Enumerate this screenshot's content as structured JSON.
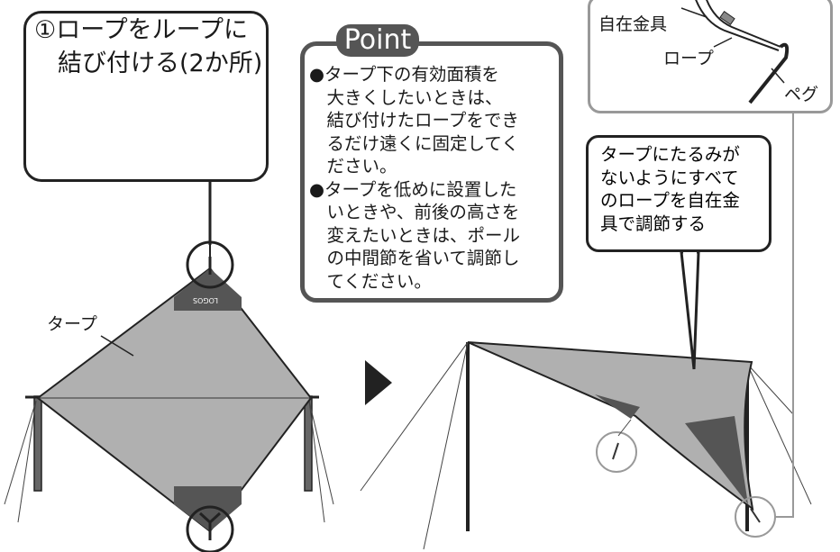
{
  "step": {
    "line1": "①ロープをループに",
    "line2": "結び付ける(2か所)"
  },
  "point": {
    "title": "Point",
    "lines": [
      "●タープ下の有効面積を",
      "　大きくしたいときは、",
      "　結び付けたロープをでき",
      "　るだけ遠くに固定してく",
      "　ださい。",
      "●タープを低めに設置した",
      "　いときや、前後の高さを",
      "　変えたいときは、ポール",
      "　の中間節を省いて調節し",
      "　てください。"
    ]
  },
  "labels": {
    "jizai": "自在金具",
    "rope": "ロープ",
    "peg": "ペグ",
    "tarp": "タープ",
    "logo": "LOGOS"
  },
  "callout": {
    "lines": [
      "タープにたるみが",
      "ないようにすべて",
      "のロープを自在金",
      "具で調節する"
    ]
  }
}
